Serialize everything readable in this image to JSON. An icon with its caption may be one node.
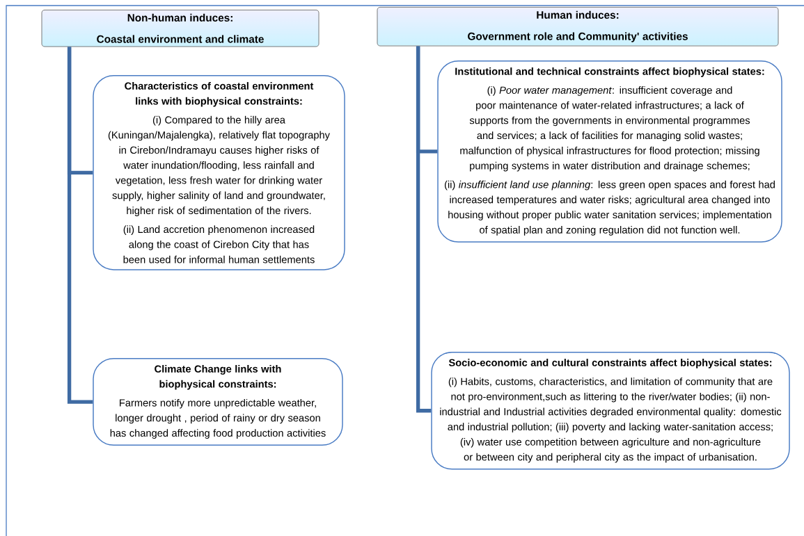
{
  "diagram": {
    "nodes": [
      {
        "text": [
          "Non-human induces:",
          "Coastal environment and climate"
        ]
      },
      {
        "text": [
          "Characteristics of coastal environment links with biophysical constraints:",
          "(i) Compared to the hilly area (Kuningan/Majalengka), relatively flat topography  in Cirebon/Indramayu causes higher risks of water inundation/flooding, less rainfall and vegetation, less  fresh water for drinking water supply, higher salinity of land and  groundwater, higher risk of sedimentation of the rivers.",
          "(ii) Land accretion phenomenon increased  along the coast of Cirebon City that has been used for informal human settlements"
        ]
      },
      {
        "text": [
          "Climate Change links with biophysical constraints:",
          "Farmers notify more unpredictable weather, longer drought , period  of rainy or dry season has changed affecting food production activities"
        ]
      },
      {
        "text": [
          "Human induces:",
          "Government role and Community' activities"
        ]
      },
      {
        "text": [
          "Institutional and technical constraints affect biophysical states:",
          "(i) *Poor water management*: insufficient coverage and poor maintenance of water-related infrastructures; a lack of supports from the governments in environmental programmes and services; a lack of facilities for managing solid wastes; malfunction of physical infrastructures for flood protection; missing pumping systems in water distribution and drainage schemes;",
          "(ii) *insufficient land use planning*: less green open spaces  and forest had increased temperatures and water risks; agricultural area changed into housing without proper public water sanitation services; implementation of spatial plan and zoning regulation did not function well."
        ]
      },
      {
        "text": [
          "Socio-economic and cultural constraints affect biophysical states:",
          "(i) Habits, customs, characteristics, and limitation of community that are not pro-environment,such as littering to the river/water bodies; (ii) non-industrial and Industrial activities degraded environmental quality: domestic and industrial pollution; (iii) poverty and lacking water-sanitation access; (iv) water use competition between agriculture and non-agriculture or between city and peripheral city  as  the impact of urbanisation."
        ]
      }
    ],
    "edges": [
      {
        "from": 0,
        "to": 1,
        "arrow": "none"
      },
      {
        "from": 0,
        "to": 2,
        "arrow": "none"
      },
      {
        "from": 3,
        "to": 4,
        "arrow": "none"
      },
      {
        "from": 3,
        "to": 5,
        "arrow": "none"
      }
    ]
  }
}
